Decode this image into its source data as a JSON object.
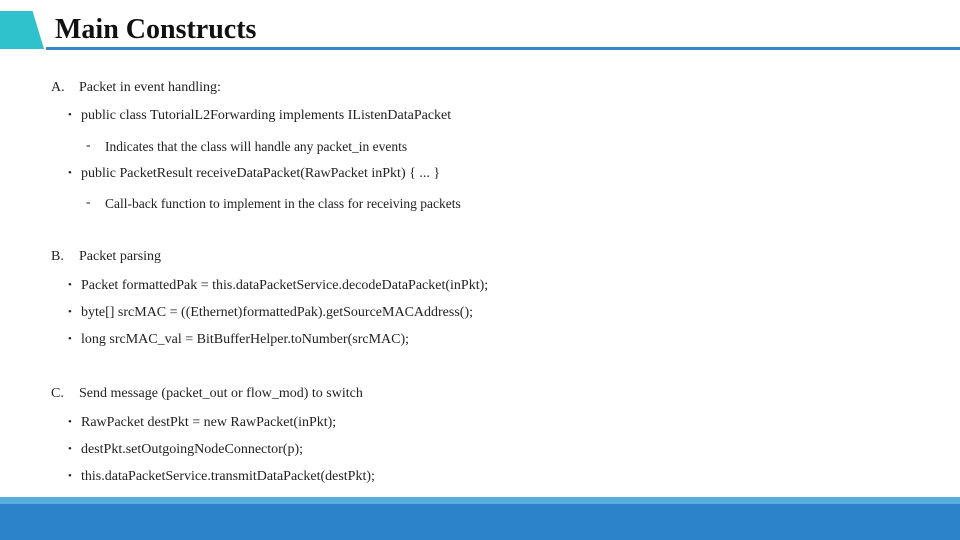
{
  "slide": {
    "title": "Main Constructs",
    "bullet_char": "•",
    "sub_char": "-",
    "sections": [
      {
        "letter": "A.",
        "heading": "Packet in event handling:",
        "bullets": [
          {
            "text": "public class TutorialL2Forwarding implements IListenDataPacket",
            "sub": "Indicates that the class will handle any packet_in events"
          },
          {
            "text": "public PacketResult receiveDataPacket(RawPacket inPkt) { ... }",
            "sub": "Call-back function to implement in the class for receiving packets"
          }
        ]
      },
      {
        "letter": "B.",
        "heading": "Packet parsing",
        "bullets": [
          {
            "text": "Packet formattedPak = this.dataPacketService.decodeDataPacket(inPkt);"
          },
          {
            "text": "byte[] srcMAC = ((Ethernet)formattedPak).getSourceMACAddress();"
          },
          {
            "text": "long srcMAC_val = BitBufferHelper.toNumber(srcMAC);"
          }
        ]
      },
      {
        "letter": "C.",
        "heading": "Send message (packet_out or flow_mod) to switch",
        "bullets": [
          {
            "text": "RawPacket destPkt = new RawPacket(inPkt);"
          },
          {
            "text": "destPkt.setOutgoingNodeConnector(p);"
          },
          {
            "text": "this.dataPacketService.transmitDataPacket(destPkt);"
          }
        ]
      }
    ]
  },
  "colors": {
    "accent": "#2fc1cc",
    "rule": "#3a87c8",
    "footer": "#2a84c7"
  }
}
